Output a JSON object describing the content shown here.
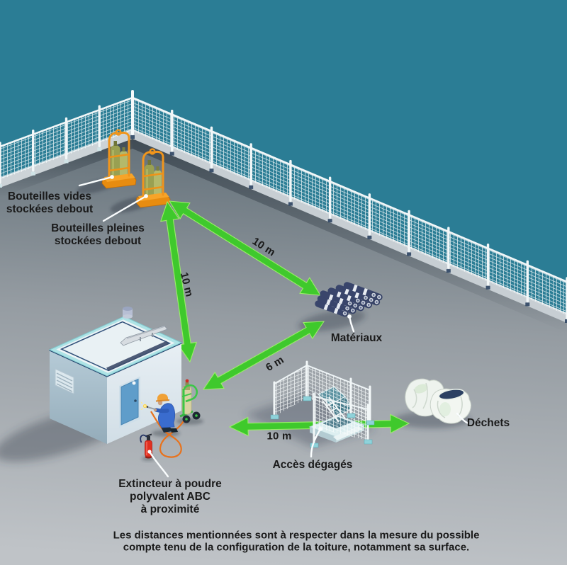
{
  "scene": {
    "labels": {
      "bouteilles_vides": {
        "line1": "Bouteilles vides",
        "line2": "stockées debout"
      },
      "bouteilles_pleines": {
        "line1": "Bouteilles pleines",
        "line2": "stockées debout"
      },
      "materiaux": "Matériaux",
      "acces": "Accès dégagés",
      "dechets": "Déchets",
      "extincteur": {
        "line1": "Extincteur à poudre",
        "line2": "polyvalent ABC",
        "line3": "à proximité"
      }
    },
    "distances": {
      "bottles_to_materials": "10 m",
      "bottles_to_work_area": "10 m",
      "work_area_to_materials": "6 m",
      "access_route": "10 m"
    },
    "footnote": {
      "line1": "Les distances mentionnées sont à respecter dans la mesure du possible",
      "line2": "compte tenu de la configuration de la toiture, notamment sa surface."
    },
    "colors": {
      "sky": "#2b7d95",
      "arrow_green": "#3fc92c",
      "cage_orange": "#f0951c",
      "extinguisher_red": "#e03020",
      "label_text": "#1a1a1a"
    }
  }
}
